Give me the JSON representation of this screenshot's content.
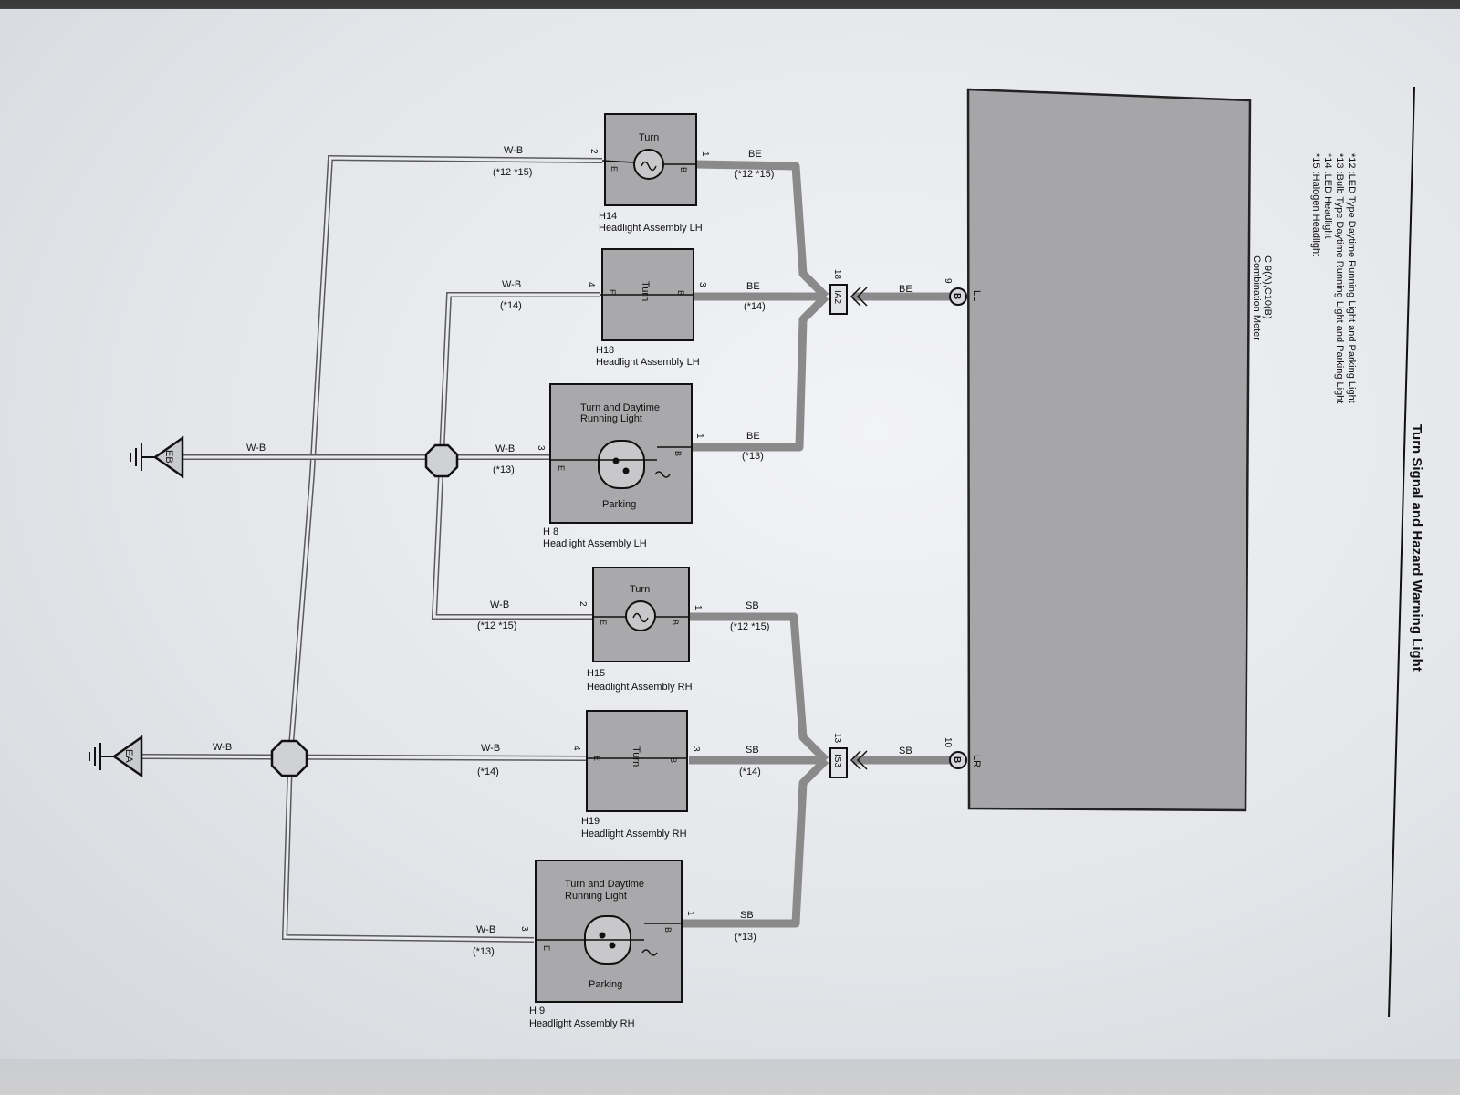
{
  "title": "Turn Signal and Hazard Warning Light",
  "notes": [
    "*12 :LED Type Daytime Running Light and Parking Light",
    "*13 :Bulb Type Daytime Running Light and Parking Light",
    "*14 :LED Headlight",
    "*15 :Halogen Headlight"
  ],
  "meter": {
    "code": "C 9(A),C10(B)",
    "name": "Combination Meter",
    "pin_ll": "LL",
    "pin_lr": "LR",
    "conn_ll": "9",
    "conn_lr": "10",
    "conn_letter": "B"
  },
  "junctions": {
    "ia2_pin": "18",
    "ia2_label": "IA2",
    "is3_pin": "13",
    "is3_label": "IS3"
  },
  "wire_colors": {
    "be": "BE",
    "sb": "SB",
    "wb": "W-B"
  },
  "grounds": {
    "eb": "EB",
    "ea": "EA"
  },
  "components": {
    "h14": {
      "code": "H14",
      "name": "Headlight Assembly LH",
      "label": "Turn",
      "pin_b": "1",
      "pin_e": "2",
      "cond_b": "(*12 *15)",
      "cond_e": "(*12 *15)"
    },
    "h18": {
      "code": "H18",
      "name": "Headlight Assembly LH",
      "label": "Turn",
      "pin_b": "3",
      "pin_e": "4",
      "cond_b": "(*14)",
      "cond_e": "(*14)"
    },
    "h8": {
      "code": "H 8",
      "name": "Headlight Assembly LH",
      "label_top_1": "Turn and Daytime",
      "label_top_2": "Running Light",
      "label_bottom": "Parking",
      "pin_b": "1",
      "pin_e": "3",
      "cond_b": "(*13)",
      "cond_e": "(*13)"
    },
    "h15": {
      "code": "H15",
      "name": "Headlight Assembly RH",
      "label": "Turn",
      "pin_b": "1",
      "pin_e": "2",
      "cond_b": "(*12 *15)",
      "cond_e": "(*12 *15)"
    },
    "h19": {
      "code": "H19",
      "name": "Headlight Assembly RH",
      "label": "Turn",
      "pin_b": "3",
      "pin_e": "4",
      "cond_b": "(*14)",
      "cond_e": "(*14)"
    },
    "h9": {
      "code": "H 9",
      "name": "Headlight Assembly RH",
      "label_top_1": "Turn and Daytime",
      "label_top_2": "Running Light",
      "label_bottom": "Parking",
      "pin_b": "1",
      "pin_e": "3",
      "cond_b": "(*13)",
      "cond_e": "(*13)"
    }
  },
  "terminal_letters": {
    "b": "B",
    "e": "E"
  }
}
